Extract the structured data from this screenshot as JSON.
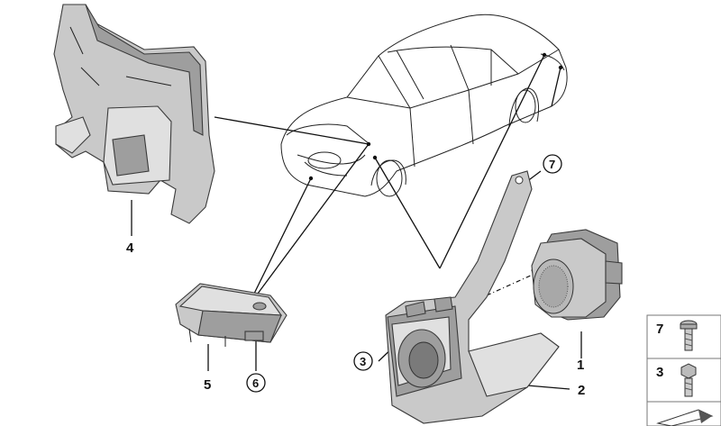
{
  "labels": {
    "p1": "1",
    "p2": "2",
    "p3": "3",
    "p4": "4",
    "p5": "5",
    "p6": "6",
    "p7": "7"
  },
  "legend": [
    {
      "num": "7",
      "icon": "torx-screw-icon"
    },
    {
      "num": "3",
      "icon": "hex-nut-bolt-icon"
    }
  ],
  "colors": {
    "part_fill": "#c9c9c9",
    "part_shadow": "#9e9e9e",
    "line": "#111111"
  }
}
